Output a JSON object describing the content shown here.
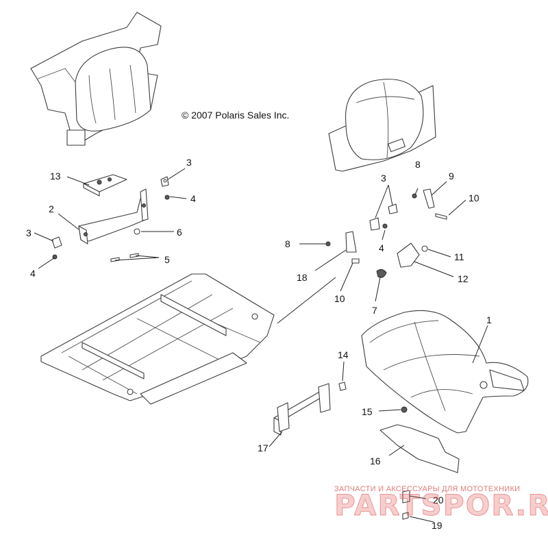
{
  "copyright": "© 2007 Polaris Sales Inc.",
  "watermark": {
    "subtitle": "ЗАПЧАСТИ И АКСЕССУАРЫ ДЛЯ МОТОТЕХНИКИ",
    "brand": "PARTSPOR.RU"
  },
  "callouts": {
    "c1": "1",
    "c2": "2",
    "c3a": "3",
    "c3b": "3",
    "c3c": "3",
    "c4a": "4",
    "c4b": "4",
    "c4c": "4",
    "c5": "5",
    "c6": "6",
    "c7": "7",
    "c8a": "8",
    "c8b": "8",
    "c9": "9",
    "c10a": "10",
    "c10b": "10",
    "c11": "11",
    "c12": "12",
    "c13": "13",
    "c14": "14",
    "c15": "15",
    "c16": "16",
    "c17": "17",
    "c18": "18",
    "c19": "19",
    "c20": "20"
  },
  "colors": {
    "line": "#3a3a3a",
    "watermark": "#e05050"
  }
}
